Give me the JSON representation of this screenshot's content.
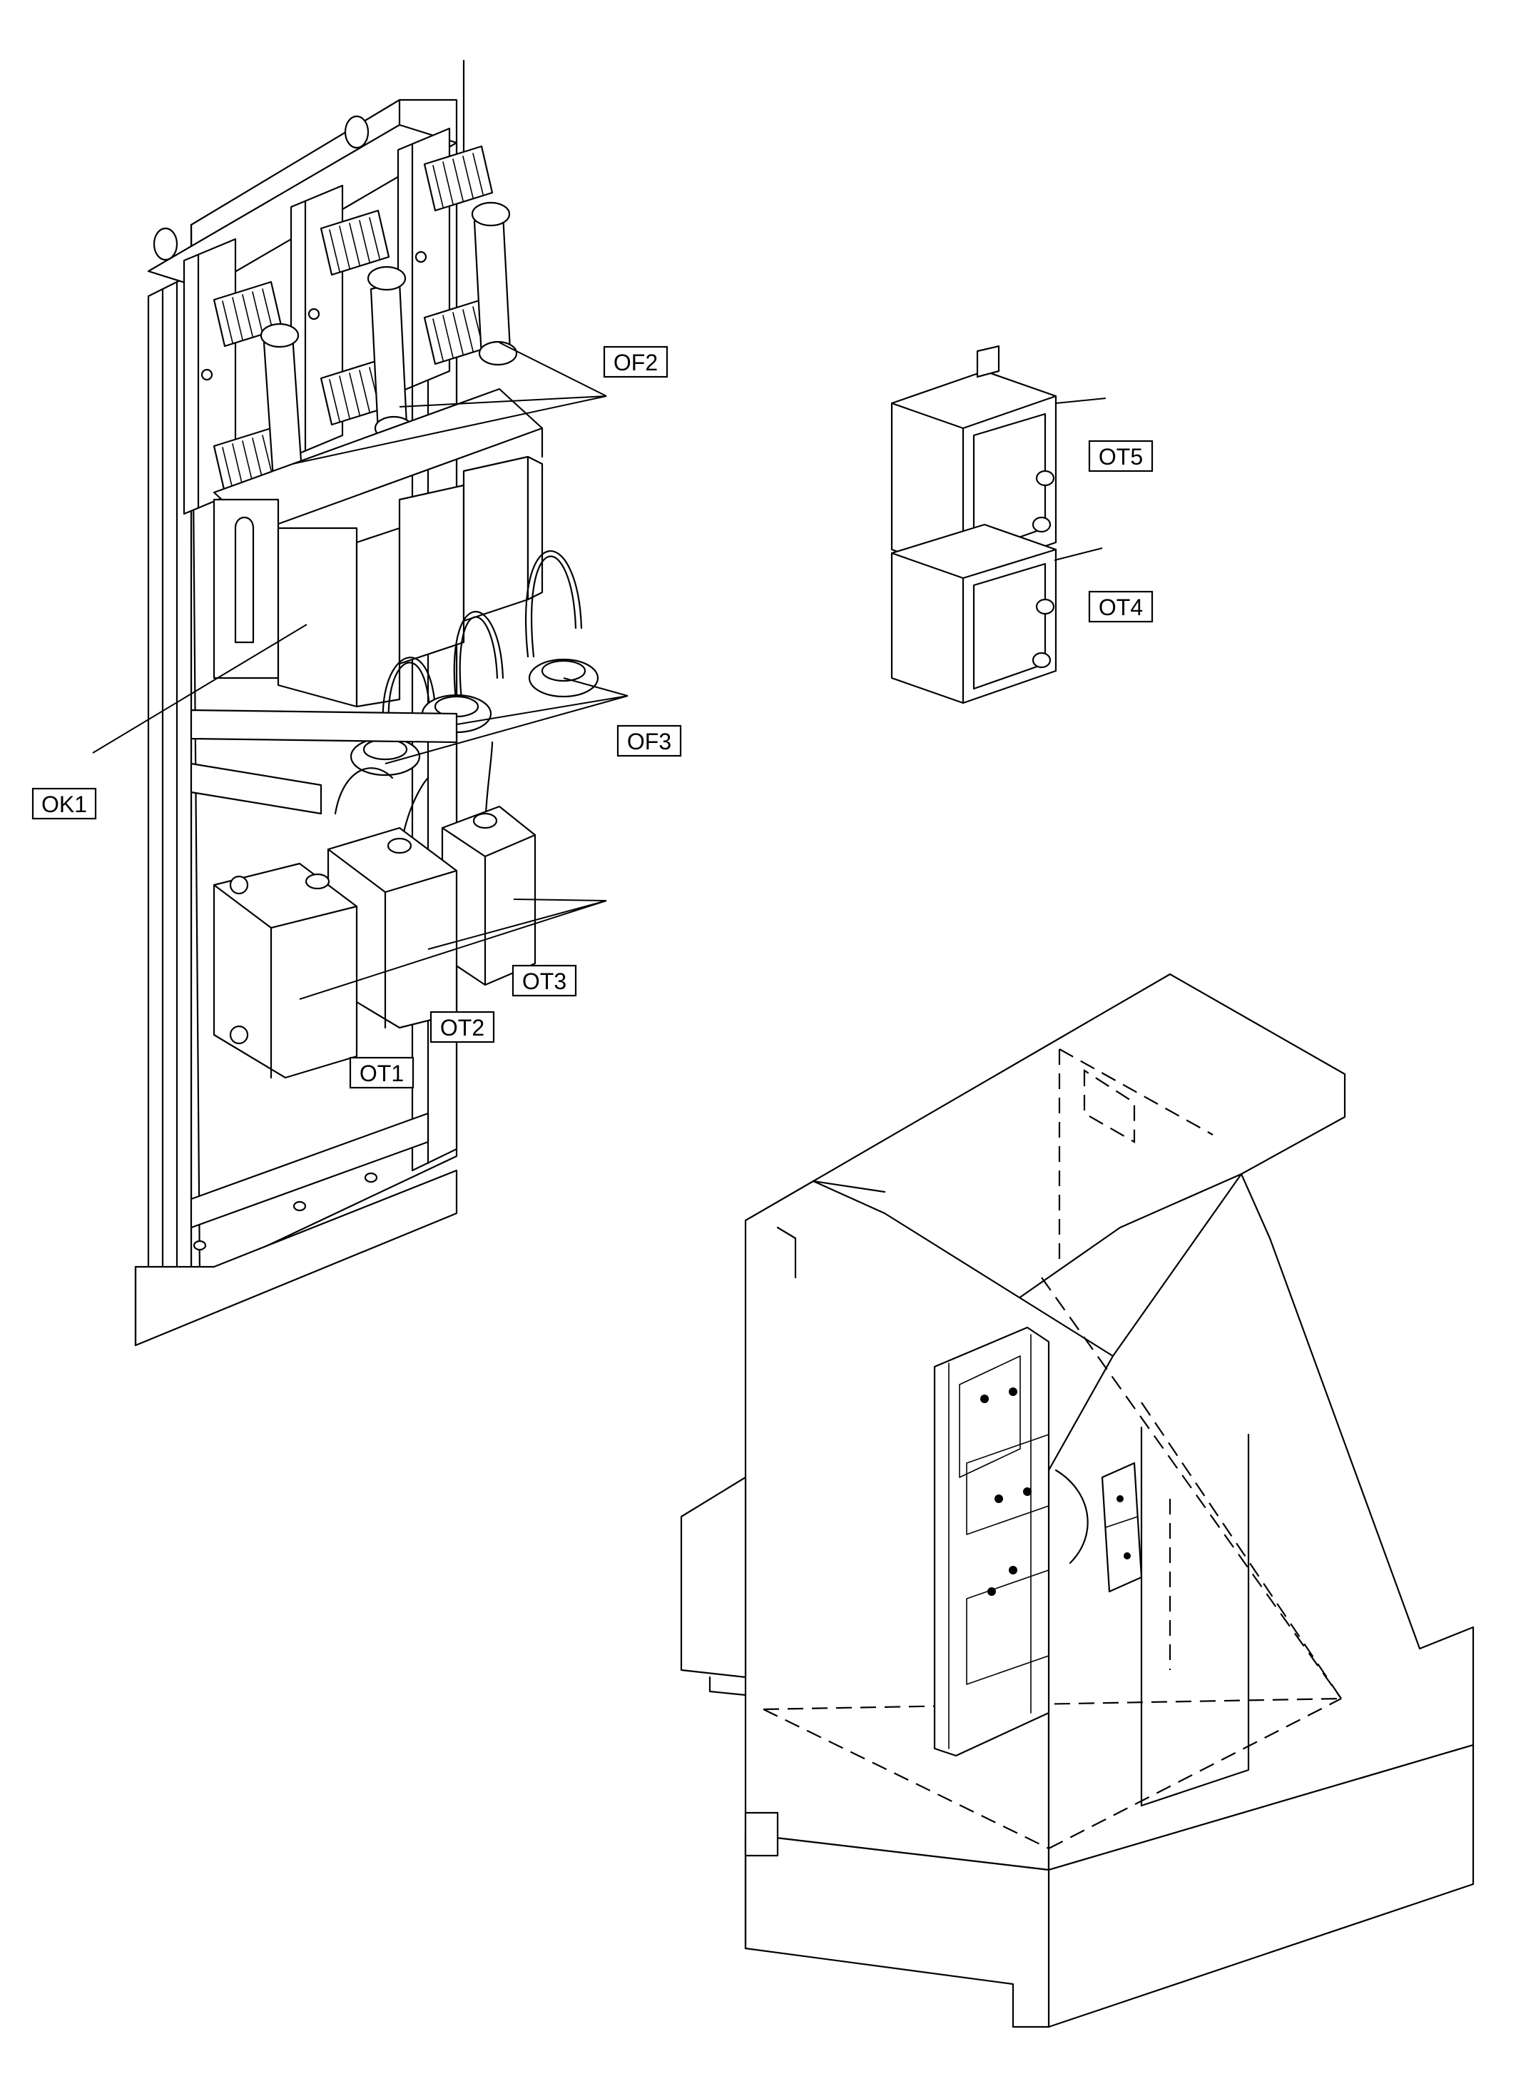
{
  "labels": {
    "of2": "OF2",
    "ot5": "OT5",
    "ot4": "OT4",
    "of3": "OF3",
    "ok1": "OK1",
    "ot3": "OT3",
    "ot2": "OT2",
    "ot1": "OT1"
  },
  "colors": {
    "line": "#000000",
    "background": "#ffffff"
  }
}
